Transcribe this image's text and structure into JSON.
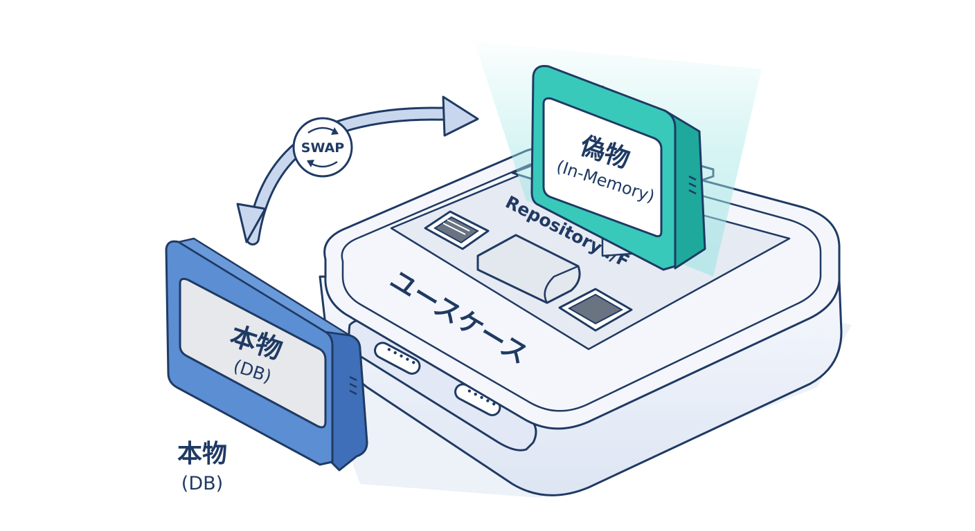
{
  "colors": {
    "outline": "#1f3a63",
    "real_cartridge": "#5b8ed3",
    "real_cartridge_dark": "#3f6fb8",
    "label_grey": "#e6e8ec",
    "fake_cartridge": "#38c9bb",
    "fake_cartridge_dark": "#1ea99c",
    "fake_label": "#ffffff",
    "glow": "#9fe5e4",
    "console_body": "#f1f4fb",
    "console_shadow": "#d7dff0",
    "console_panel": "#e6eaf3",
    "button_grey": "#6a7382",
    "swap_arrow": "#c9d7ee",
    "floor_shadow": "#edf1f8"
  },
  "swap": {
    "label": "SWAP"
  },
  "real_cartridge": {
    "title": "本物",
    "subtitle": "(DB)"
  },
  "real_caption": {
    "title": "本物",
    "subtitle": "(DB)"
  },
  "fake_cartridge": {
    "title": "偽物",
    "subtitle": "(In-Memory)"
  },
  "console": {
    "interface_label": "Repository I/F",
    "usecase_label": "ユースケース"
  }
}
